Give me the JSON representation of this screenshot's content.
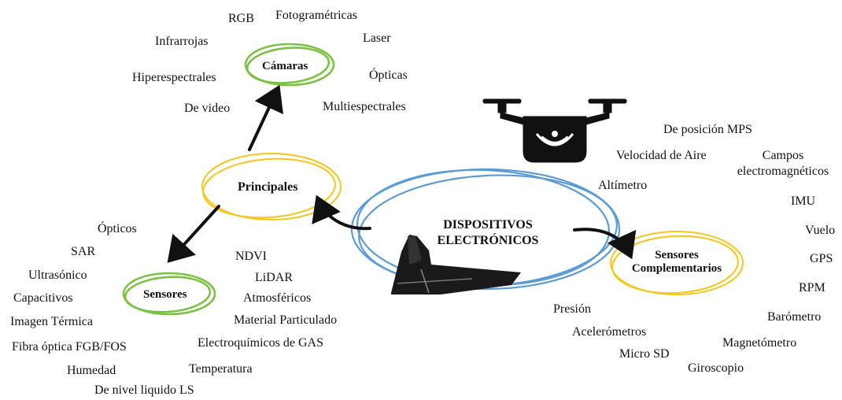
{
  "colors": {
    "blue": "#5b9bd5",
    "yellow": "#f5c518",
    "green": "#7cc242",
    "arrow": "#111111"
  },
  "nodes": {
    "center": {
      "line1": "DISPOSITIVOS",
      "line2": "ELECTRÓNICOS"
    },
    "principales": "Principales",
    "camaras": "Cámaras",
    "sensores": "Sensores",
    "complementarios": {
      "line1": "Sensores",
      "line2": "Complementarios"
    }
  },
  "camaras_items": [
    "RGB",
    "Fotogramétricas",
    "Infrarrojas",
    "Laser",
    "Hiperespectrales",
    "Ópticas",
    "De video",
    "Multiespectrales"
  ],
  "sensores_items_left": [
    "Ópticos",
    "SAR",
    "Ultrasónico",
    "Capacitivos",
    "Imagen Térmica",
    "Fibra óptica FGB/FOS",
    "Humedad",
    "De nivel liquido LS"
  ],
  "sensores_items_right": [
    "NDVI",
    "LiDAR",
    "Atmosféricos",
    "Material Particulado",
    "Electroquímicos de GAS",
    "Temperatura"
  ],
  "complementarios_items": {
    "top": [
      "De posición MPS",
      "Velocidad de Aire",
      "Altímetro"
    ],
    "campos": [
      "Campos",
      "electromagnéticos"
    ],
    "right": [
      "IMU",
      "Vuelo",
      "GPS",
      "RPM",
      "Barómetro",
      "Magnetómetro",
      "Giroscopio"
    ],
    "bottom": [
      "Presión",
      "Acelerómetros",
      "Micro SD"
    ]
  },
  "icons": [
    "quadcopter-drone-icon",
    "fixed-wing-drone-icon"
  ]
}
